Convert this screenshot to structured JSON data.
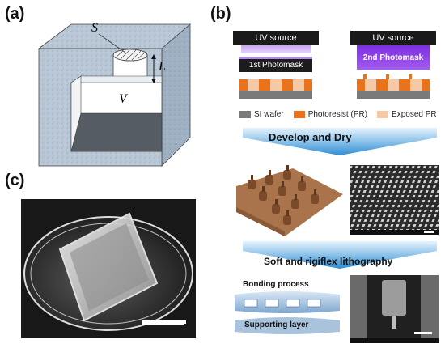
{
  "panels": {
    "a": "(a)",
    "b": "(b)",
    "c": "(c)"
  },
  "panel_a": {
    "label_s": "S",
    "label_l": "L",
    "label_v": "V"
  },
  "panel_b": {
    "uv_source_1": "UV source",
    "uv_source_2": "UV source",
    "mask_1": "1st Photomask",
    "mask_2": "2nd Photomask",
    "legend": [
      {
        "label": "SI wafer",
        "color": "#7a7a7a"
      },
      {
        "label": "Photoresist (PR)",
        "color": "#e8731c"
      },
      {
        "label": "Exposed PR",
        "color": "#f6c9a6"
      }
    ],
    "step_1": "Develop and Dry",
    "step_2": "Soft and rigiflex lithography",
    "bonding": "Bonding process",
    "supporting": "Supporting layer"
  },
  "colors": {
    "accent_blue": "#2f8fd6",
    "uv_purple": "#8b3fd9",
    "pillar_brown": "#a9744b"
  }
}
